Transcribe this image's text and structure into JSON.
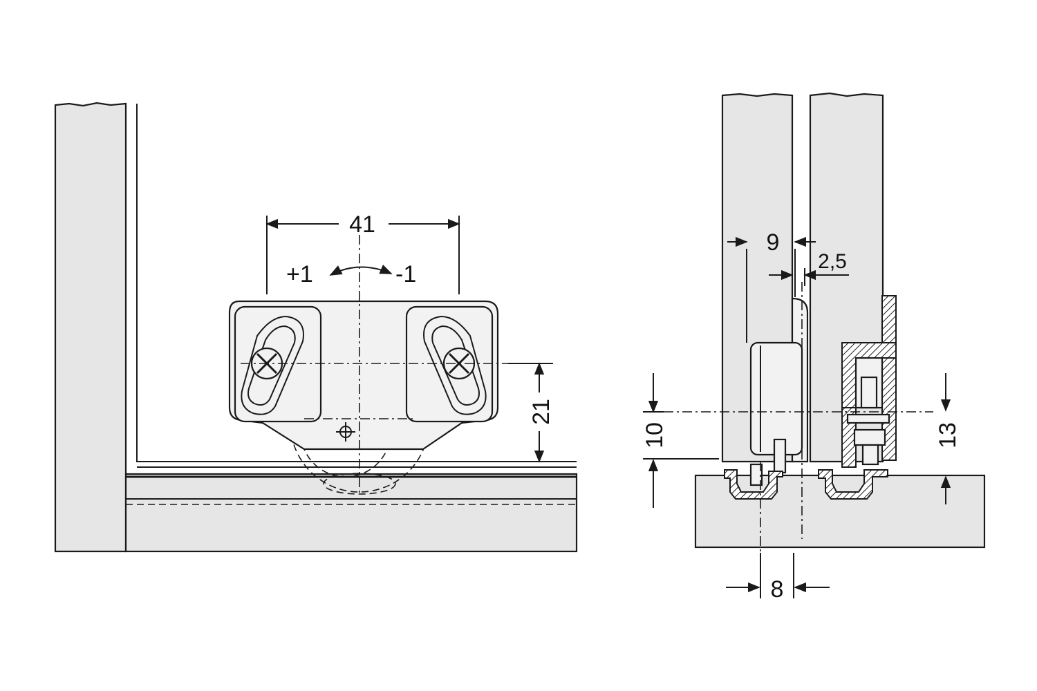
{
  "dimensions": {
    "front_width": "41",
    "front_adjust_plus": "+1",
    "front_adjust_minus": "-1",
    "front_height": "21",
    "side_offset_9": "9",
    "side_gap": "2,5",
    "side_height_10": "10",
    "side_height_13": "13",
    "side_bottom_8": "8"
  },
  "colors": {
    "panel_fill": "#e6e6e6",
    "line": "#1a1a1a",
    "background": "#ffffff"
  }
}
